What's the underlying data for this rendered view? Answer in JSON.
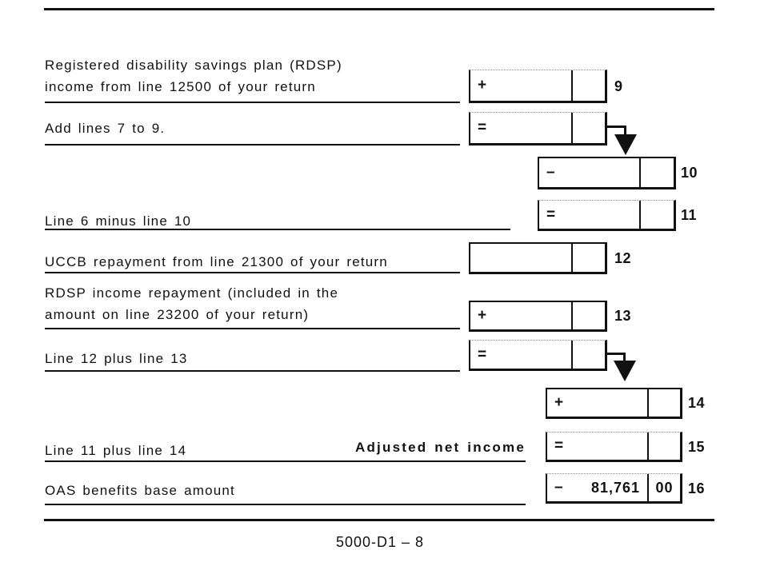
{
  "colors": {
    "ink": "#111111"
  },
  "rows": {
    "r9": {
      "l1": "Registered disability savings plan (RDSP)",
      "l2": "income from line 12500 of your return",
      "sym": "+",
      "num": "9"
    },
    "a79": {
      "l1": "Add lines 7 to 9.",
      "sym": "="
    },
    "r10": {
      "sym": "–",
      "num": "10"
    },
    "r11": {
      "l1": "Line 6 minus line 10",
      "sym": "=",
      "num": "11"
    },
    "r12": {
      "l1": "UCCB repayment from line 21300 of your return",
      "sym": "",
      "num": "12"
    },
    "r13": {
      "l1": "RDSP income repayment (included in the",
      "l2": "amount on line 23200 of your return)",
      "sym": "+",
      "num": "13"
    },
    "a1213": {
      "l1": "Line 12 plus line 13",
      "sym": "="
    },
    "r14": {
      "sym": "+",
      "num": "14"
    },
    "r15": {
      "l1": "Line 11 plus line 14",
      "emph": "Adjusted net income",
      "sym": "=",
      "num": "15"
    },
    "r16": {
      "l1": "OAS benefits base amount",
      "sym": "–",
      "amount": "81,761",
      "cents": "00",
      "num": "16"
    }
  },
  "footer": {
    "page": "5000-D1 – 8"
  }
}
